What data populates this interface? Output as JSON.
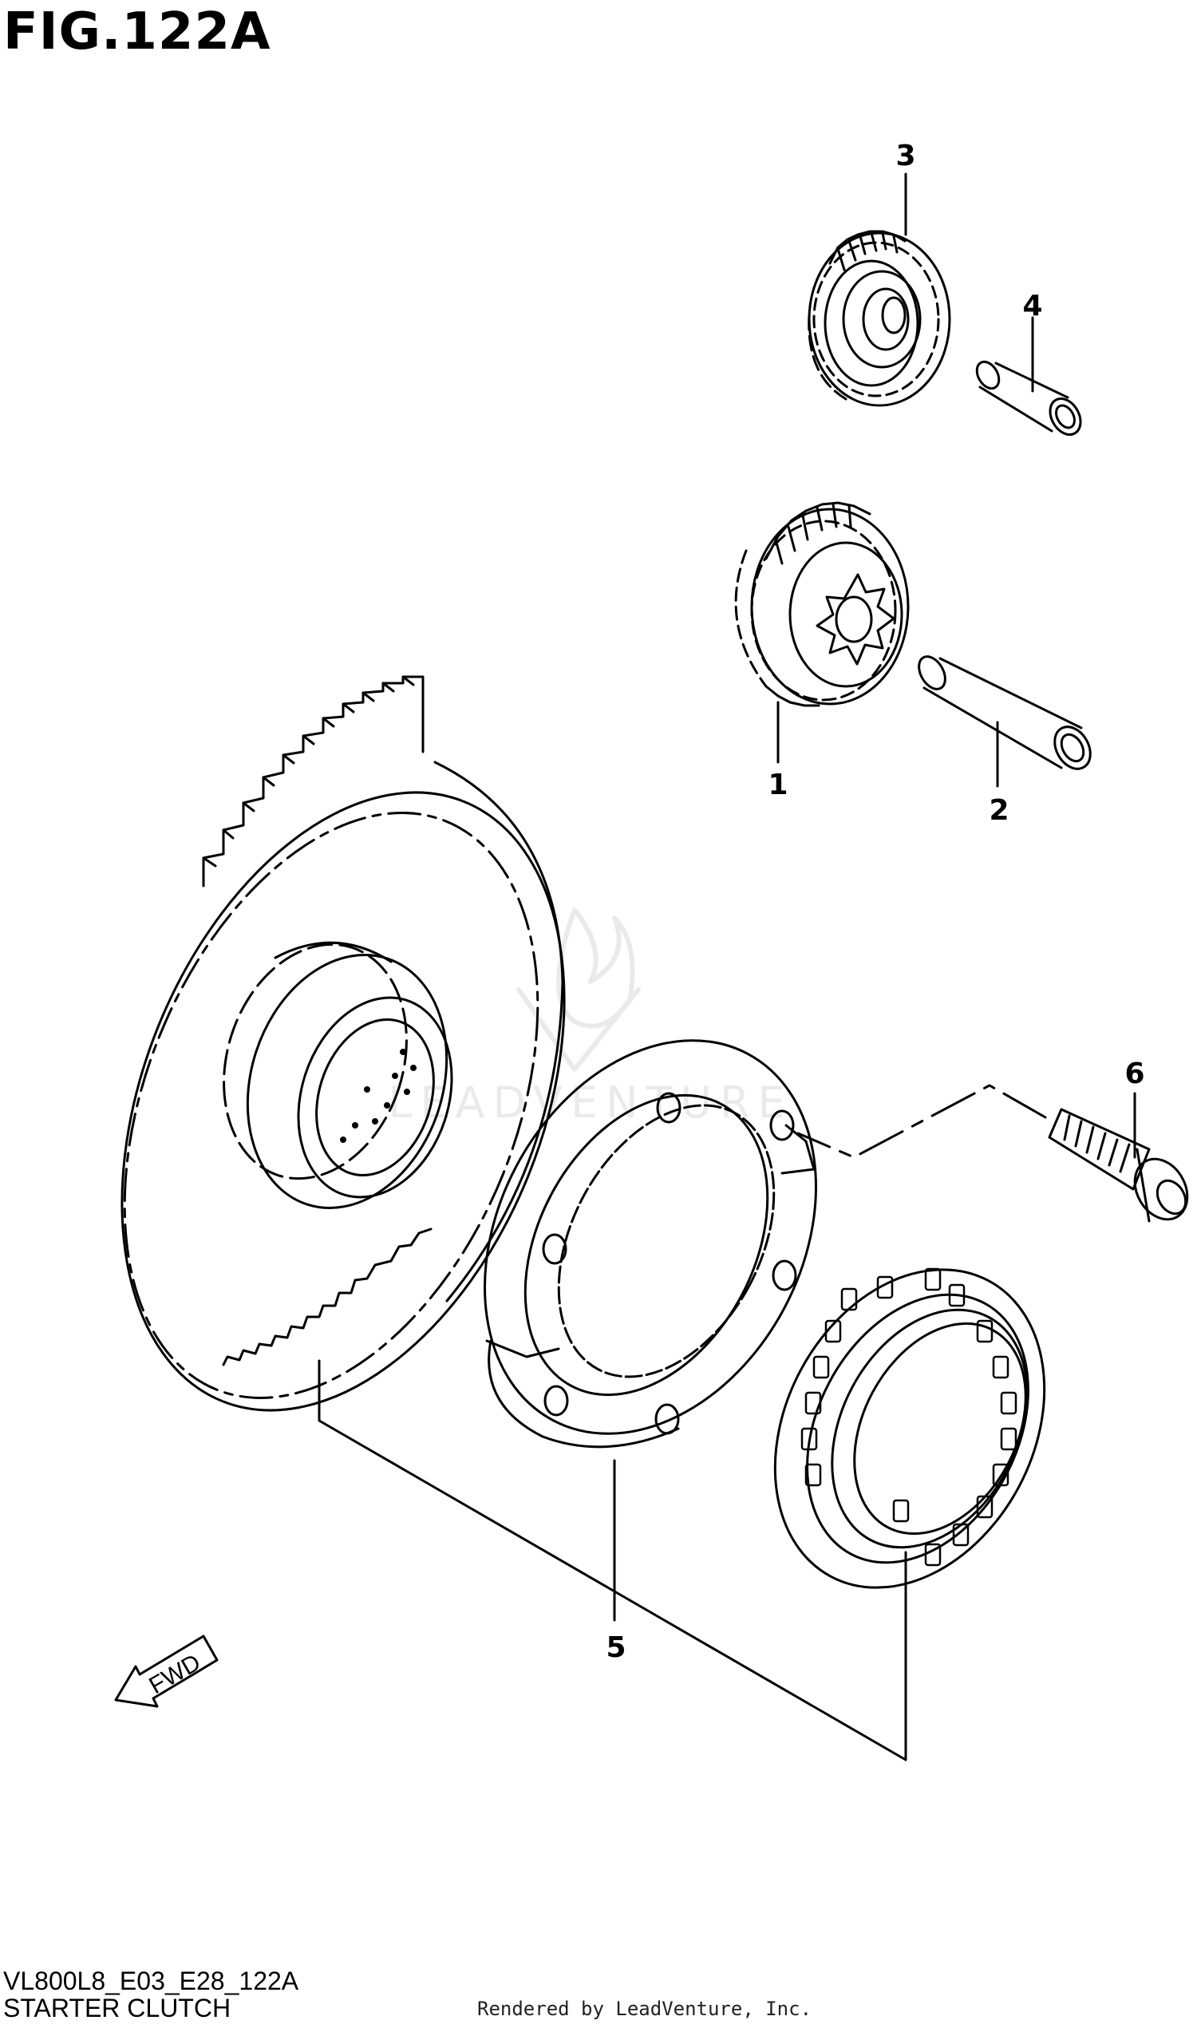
{
  "figure": {
    "title": "FIG.122A"
  },
  "callouts": [
    "1",
    "2",
    "3",
    "4",
    "5",
    "6"
  ],
  "fwd_label": "FWD",
  "watermark": "LEADVENTURE",
  "footer": {
    "drawing_code": "VL800L8_E03_E28_122A",
    "drawing_name": "STARTER CLUTCH",
    "credit": "Rendered by LeadVenture, Inc."
  }
}
